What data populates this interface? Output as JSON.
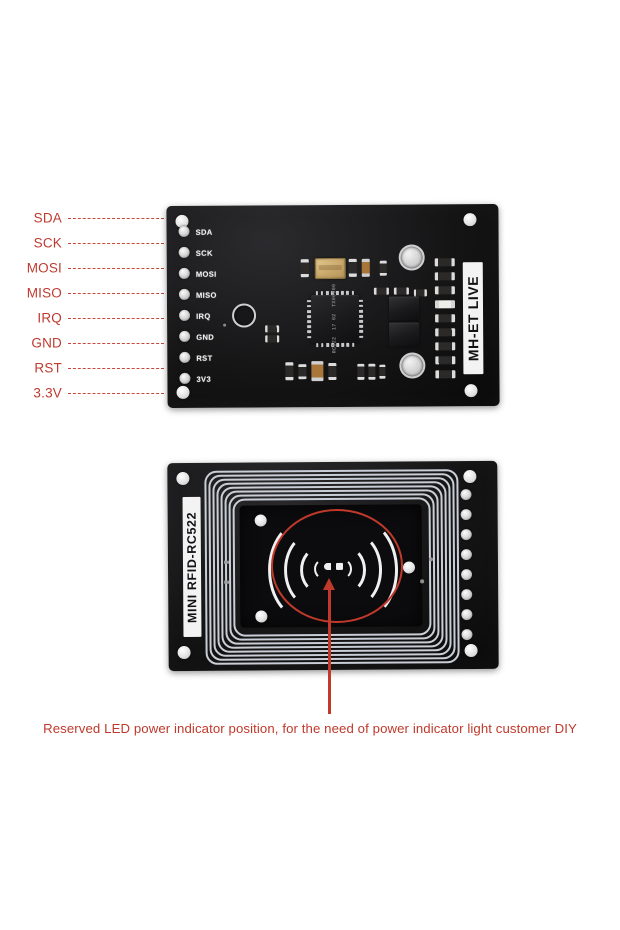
{
  "image": {
    "subject": "RFID-RC522 mini module product photo with pinout annotations",
    "background_color": "#ffffff",
    "annotation_color": "#c0392b"
  },
  "pinout": {
    "labels": [
      {
        "name": "SDA"
      },
      {
        "name": "SCK"
      },
      {
        "name": "MOSI"
      },
      {
        "name": "MISO"
      },
      {
        "name": "IRQ"
      },
      {
        "name": "GND"
      },
      {
        "name": "RST"
      },
      {
        "name": "3.3V"
      }
    ]
  },
  "top_board": {
    "silkscreen_pins": [
      "SDA",
      "SCK",
      "MOSI",
      "MISO",
      "IRQ",
      "GND",
      "RST",
      "3V3"
    ],
    "brand_text": "MH-ET LIVE",
    "ic_marking": "RC522",
    "ic_marking_line2": "17 02",
    "ic_marking_line3": "TX00000"
  },
  "bottom_board": {
    "silkscreen_text": "MINI RFID-RC522",
    "header_hole_count": 8
  },
  "caption": {
    "text": "Reserved LED power indicator position, for the need of power indicator light customer DIY"
  }
}
